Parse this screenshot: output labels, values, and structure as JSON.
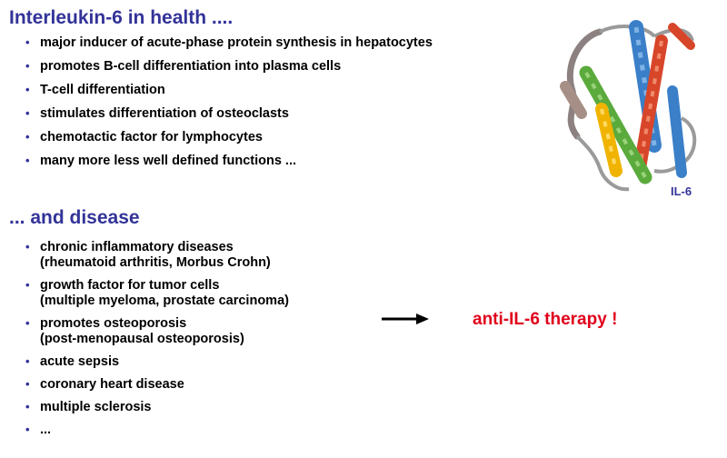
{
  "health": {
    "title": "Interleukin-6 in health ....",
    "items": [
      "major inducer of acute-phase protein synthesis in hepatocytes",
      "promotes B-cell differentiation into plasma cells",
      "T-cell differentiation",
      "stimulates differentiation of osteoclasts",
      "chemotactic factor for lymphocytes",
      "many more less well defined functions ..."
    ]
  },
  "disease": {
    "title": "... and disease",
    "items": [
      [
        "chronic inflammatory diseases",
        "(rheumatoid arthritis, Morbus Crohn)"
      ],
      [
        "growth factor for tumor cells",
        "(multiple myeloma, prostate carcinoma)"
      ],
      [
        "promotes osteoporosis",
        "(post-menopausal osteoporosis)"
      ],
      [
        "acute sepsis"
      ],
      [
        "coronary heart disease"
      ],
      [
        "multiple sclerosis"
      ],
      [
        "..."
      ]
    ]
  },
  "therapy": "anti-IL-6 therapy !",
  "protein": {
    "label": "IL-6",
    "colors": {
      "blue": "#3a7fc8",
      "red": "#d8462a",
      "green": "#5aaa3c",
      "yellow": "#f0b400",
      "grey": "#8c8080"
    }
  },
  "colors": {
    "heading": "#333399",
    "therapy": "#e0001b"
  }
}
